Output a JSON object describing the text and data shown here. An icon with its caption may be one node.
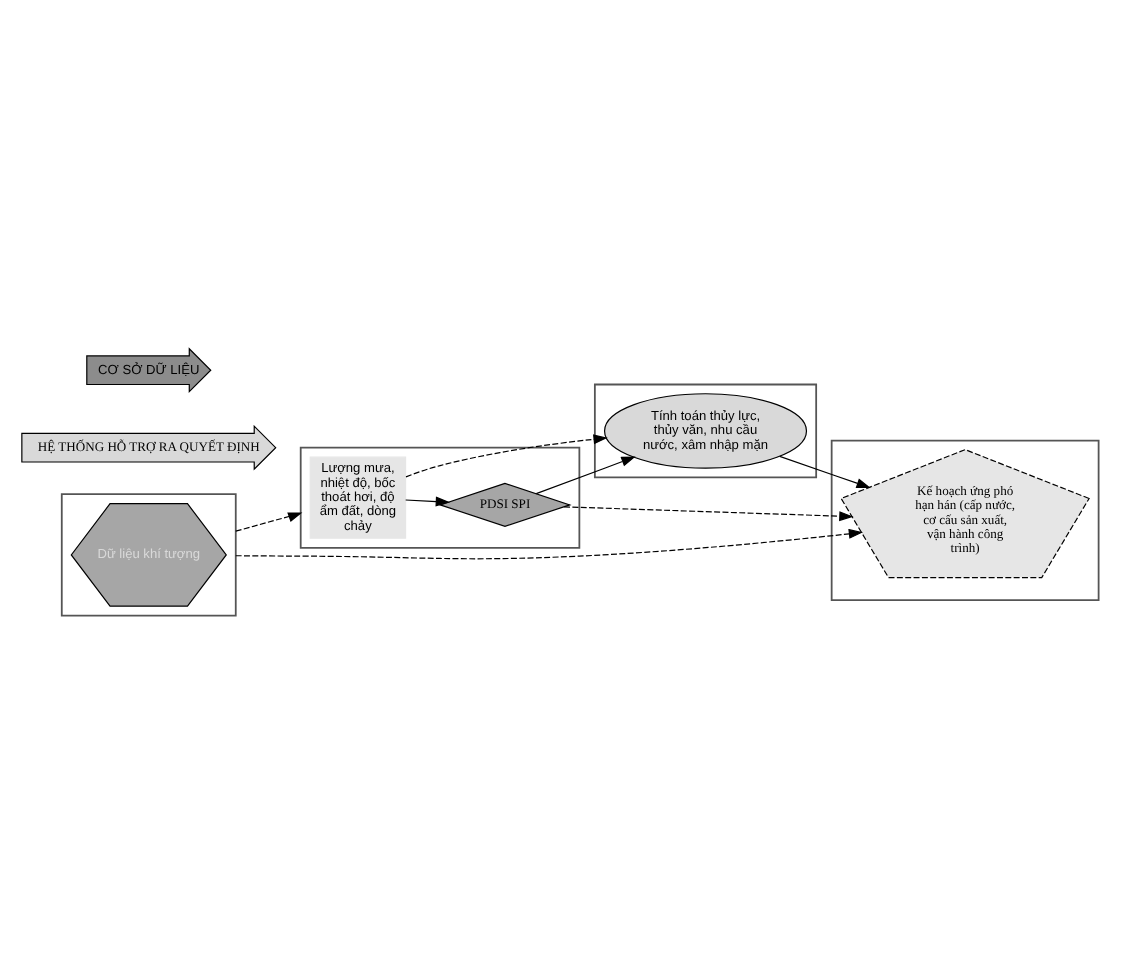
{
  "diagram": {
    "nodes": [
      {
        "text": [],
        "shape": "box"
      },
      {
        "text": [
          "Dữ liệu khí tượng"
        ],
        "in": 0
      },
      {
        "text": [],
        "shape": "box"
      },
      {
        "text": [
          "Lượng mưa, nhiệt độ, bốc thoát hơi, độ ẩm đất, dòng chảy"
        ],
        "in": 2
      },
      {
        "text": [
          "PDSI SPI"
        ],
        "in": 2
      },
      {
        "text": [],
        "shape": "box"
      },
      {
        "text": [
          "Tính toán thủy lực, thủy văn, nhu cầu nước, xâm nhập mặn"
        ],
        "in": 5
      },
      {
        "text": [],
        "shape": "box"
      },
      {
        "text": [
          "Kế hoạch ứng phó hạn hán (cấp nước, cơ cấu sản xuất, vận hành công trình)"
        ],
        "in": 7
      },
      {
        "text": [
          "HỆ THỐNG HỖ TRỢ RA QUYẾT ĐỊNH"
        ]
      },
      {
        "text": [
          "CƠ SỞ DỮ LIỆU"
        ]
      }
    ],
    "edges": [
      {
        "from": 0,
        "to": 2,
        "arrow": "to",
        "style": "dashed"
      },
      {
        "from": 0,
        "to": 8,
        "arrow": "to",
        "style": "dashed"
      },
      {
        "from": 3,
        "to": 6,
        "arrow": "to",
        "style": "dashed"
      },
      {
        "from": 4,
        "to": 8,
        "arrow": "to",
        "style": "dashed"
      },
      {
        "from": 3,
        "to": 4,
        "arrow": "to"
      },
      {
        "from": 4,
        "to": 6,
        "arrow": "to"
      },
      {
        "from": 6,
        "to": 8,
        "arrow": "to"
      }
    ]
  }
}
